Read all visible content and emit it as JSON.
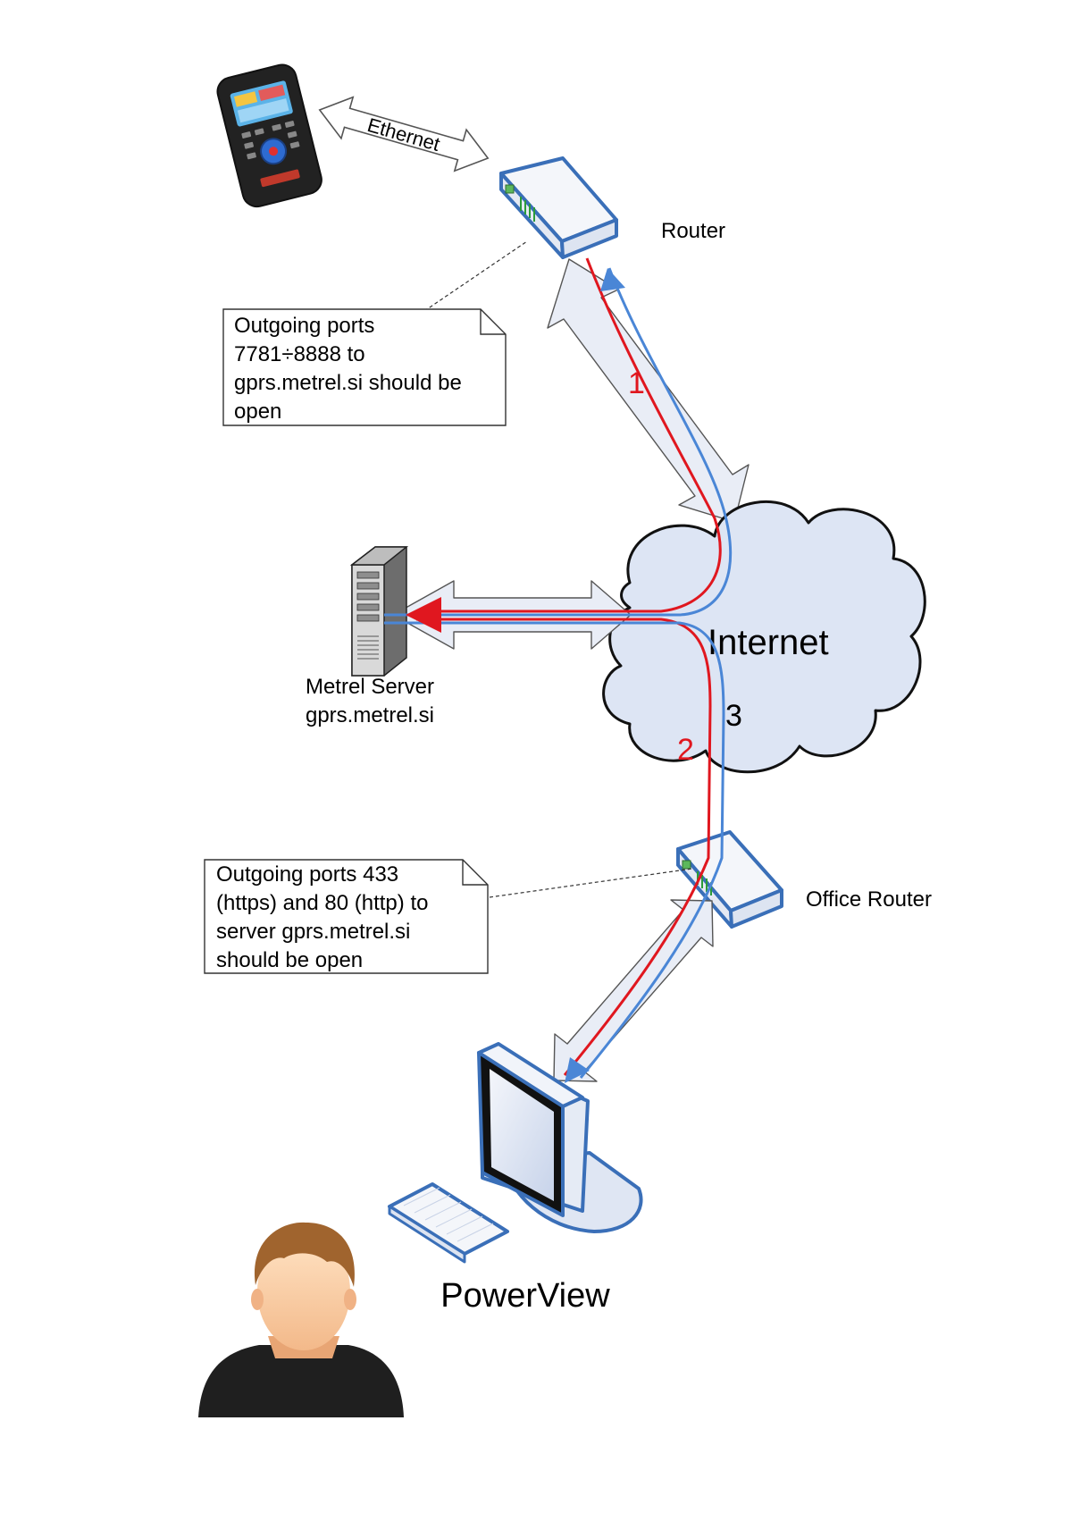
{
  "labels": {
    "ethernet": "Ethernet",
    "router": "Router",
    "office_router": "Office Router",
    "internet": "Internet",
    "server_name": "Metrel Server",
    "server_host": "gprs.metrel.si",
    "powerview": "PowerView"
  },
  "notes": {
    "router_note": [
      "Outgoing ports",
      "7781÷8888 to",
      "gprs.metrel.si should be",
      "open"
    ],
    "office_note": [
      "Outgoing ports 433",
      "(https) and 80 (http) to",
      "server gprs.metrel.si",
      "should be open"
    ]
  },
  "path_numbers": {
    "one": "1",
    "two": "2",
    "three": "3"
  },
  "colors": {
    "red_path": "#e0171f",
    "blue_path": "#4a86d6",
    "cloud_fill": "#dde5f4",
    "device_outline": "#3a6fb8",
    "arrow_fill": "#e9edf6"
  },
  "icons": {
    "meter": "handheld-meter-icon",
    "router": "router-icon",
    "server": "server-icon",
    "cloud": "cloud-icon",
    "computer": "computer-icon",
    "user": "user-icon"
  }
}
